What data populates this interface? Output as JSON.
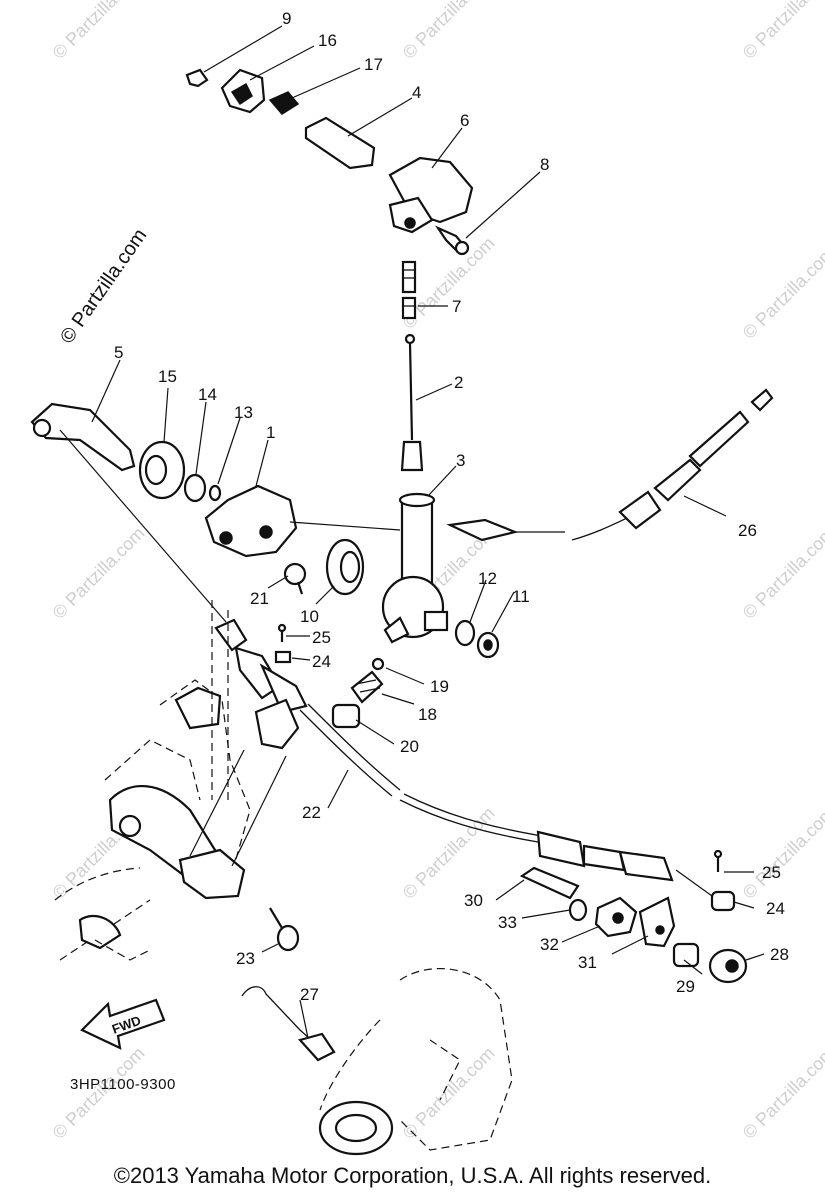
{
  "callouts": {
    "c1": "1",
    "c2": "2",
    "c3": "3",
    "c4": "4",
    "c5": "5",
    "c6": "6",
    "c7": "7",
    "c8": "8",
    "c9": "9",
    "c10": "10",
    "c11": "11",
    "c12": "12",
    "c13": "13",
    "c14": "14",
    "c15": "15",
    "c16": "16",
    "c17": "17",
    "c18": "18",
    "c19": "19",
    "c20": "20",
    "c21": "21",
    "c22": "22",
    "c23": "23",
    "c24a": "24",
    "c24b": "24",
    "c25a": "25",
    "c25b": "25",
    "c26": "26",
    "c27": "27",
    "c28": "28",
    "c29": "29",
    "c30": "30",
    "c31": "31",
    "c32": "32",
    "c33": "33"
  },
  "diagram_code": "3HP1100-9300",
  "fwd_label": "FWD",
  "watermark_side": "© Partzilla.com",
  "watermark_tile": "© Partzilla.com",
  "copyright": "©2013  Yamaha Motor Corporation, U.S.A. All rights reserved."
}
